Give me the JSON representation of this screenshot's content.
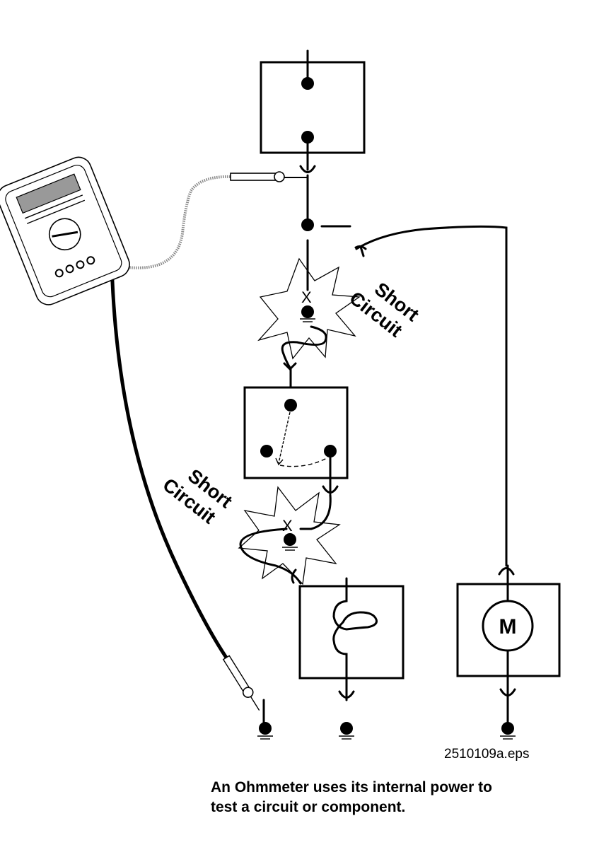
{
  "diagram": {
    "title": "Ohmmeter circuit test with short circuits",
    "labels": {
      "short_circuit_upper_line1": "Short",
      "short_circuit_upper_line2": "Circuit",
      "short_circuit_lower_line1": "Short",
      "short_circuit_lower_line2": "Circuit",
      "motor_symbol": "M",
      "short_mark_upper": "X",
      "short_mark_lower": "X"
    },
    "components": [
      {
        "id": "fuse-box",
        "kind": "two-terminal component"
      },
      {
        "id": "splice-node",
        "kind": "junction"
      },
      {
        "id": "switch-box",
        "kind": "single-pole double-throw switch"
      },
      {
        "id": "lamp-box",
        "kind": "lamp"
      },
      {
        "id": "motor-box",
        "kind": "motor",
        "symbol": "M"
      },
      {
        "id": "ohmmeter",
        "kind": "digital multimeter"
      }
    ],
    "file_reference": "2510109a.eps",
    "caption": {
      "line1": "An Ohmmeter uses its internal power to",
      "line2": "test a circuit or component."
    }
  }
}
